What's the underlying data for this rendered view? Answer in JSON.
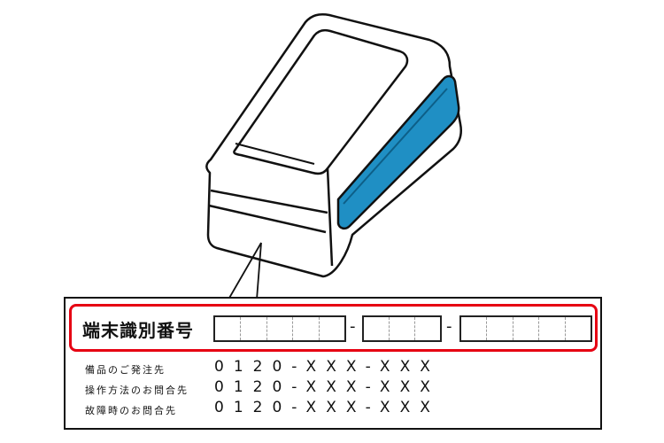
{
  "device": {
    "icon": "card-terminal-illustration",
    "accent_color": "#1f8fc4",
    "outline_color": "#111111"
  },
  "label": {
    "terminal_id_label": "端末識別番号",
    "highlight_color": "#e60012",
    "id_groups": [
      {
        "cells": 5
      },
      {
        "cells": 3
      },
      {
        "cells": 5
      }
    ],
    "separator": "-",
    "contacts": [
      {
        "label": "備品のご発注先",
        "number": "0120-XXX-XXX"
      },
      {
        "label": "操作方法のお問合先",
        "number": "0120-XXX-XXX"
      },
      {
        "label": "故障時のお問合先",
        "number": "0120-XXX-XXX"
      }
    ]
  }
}
